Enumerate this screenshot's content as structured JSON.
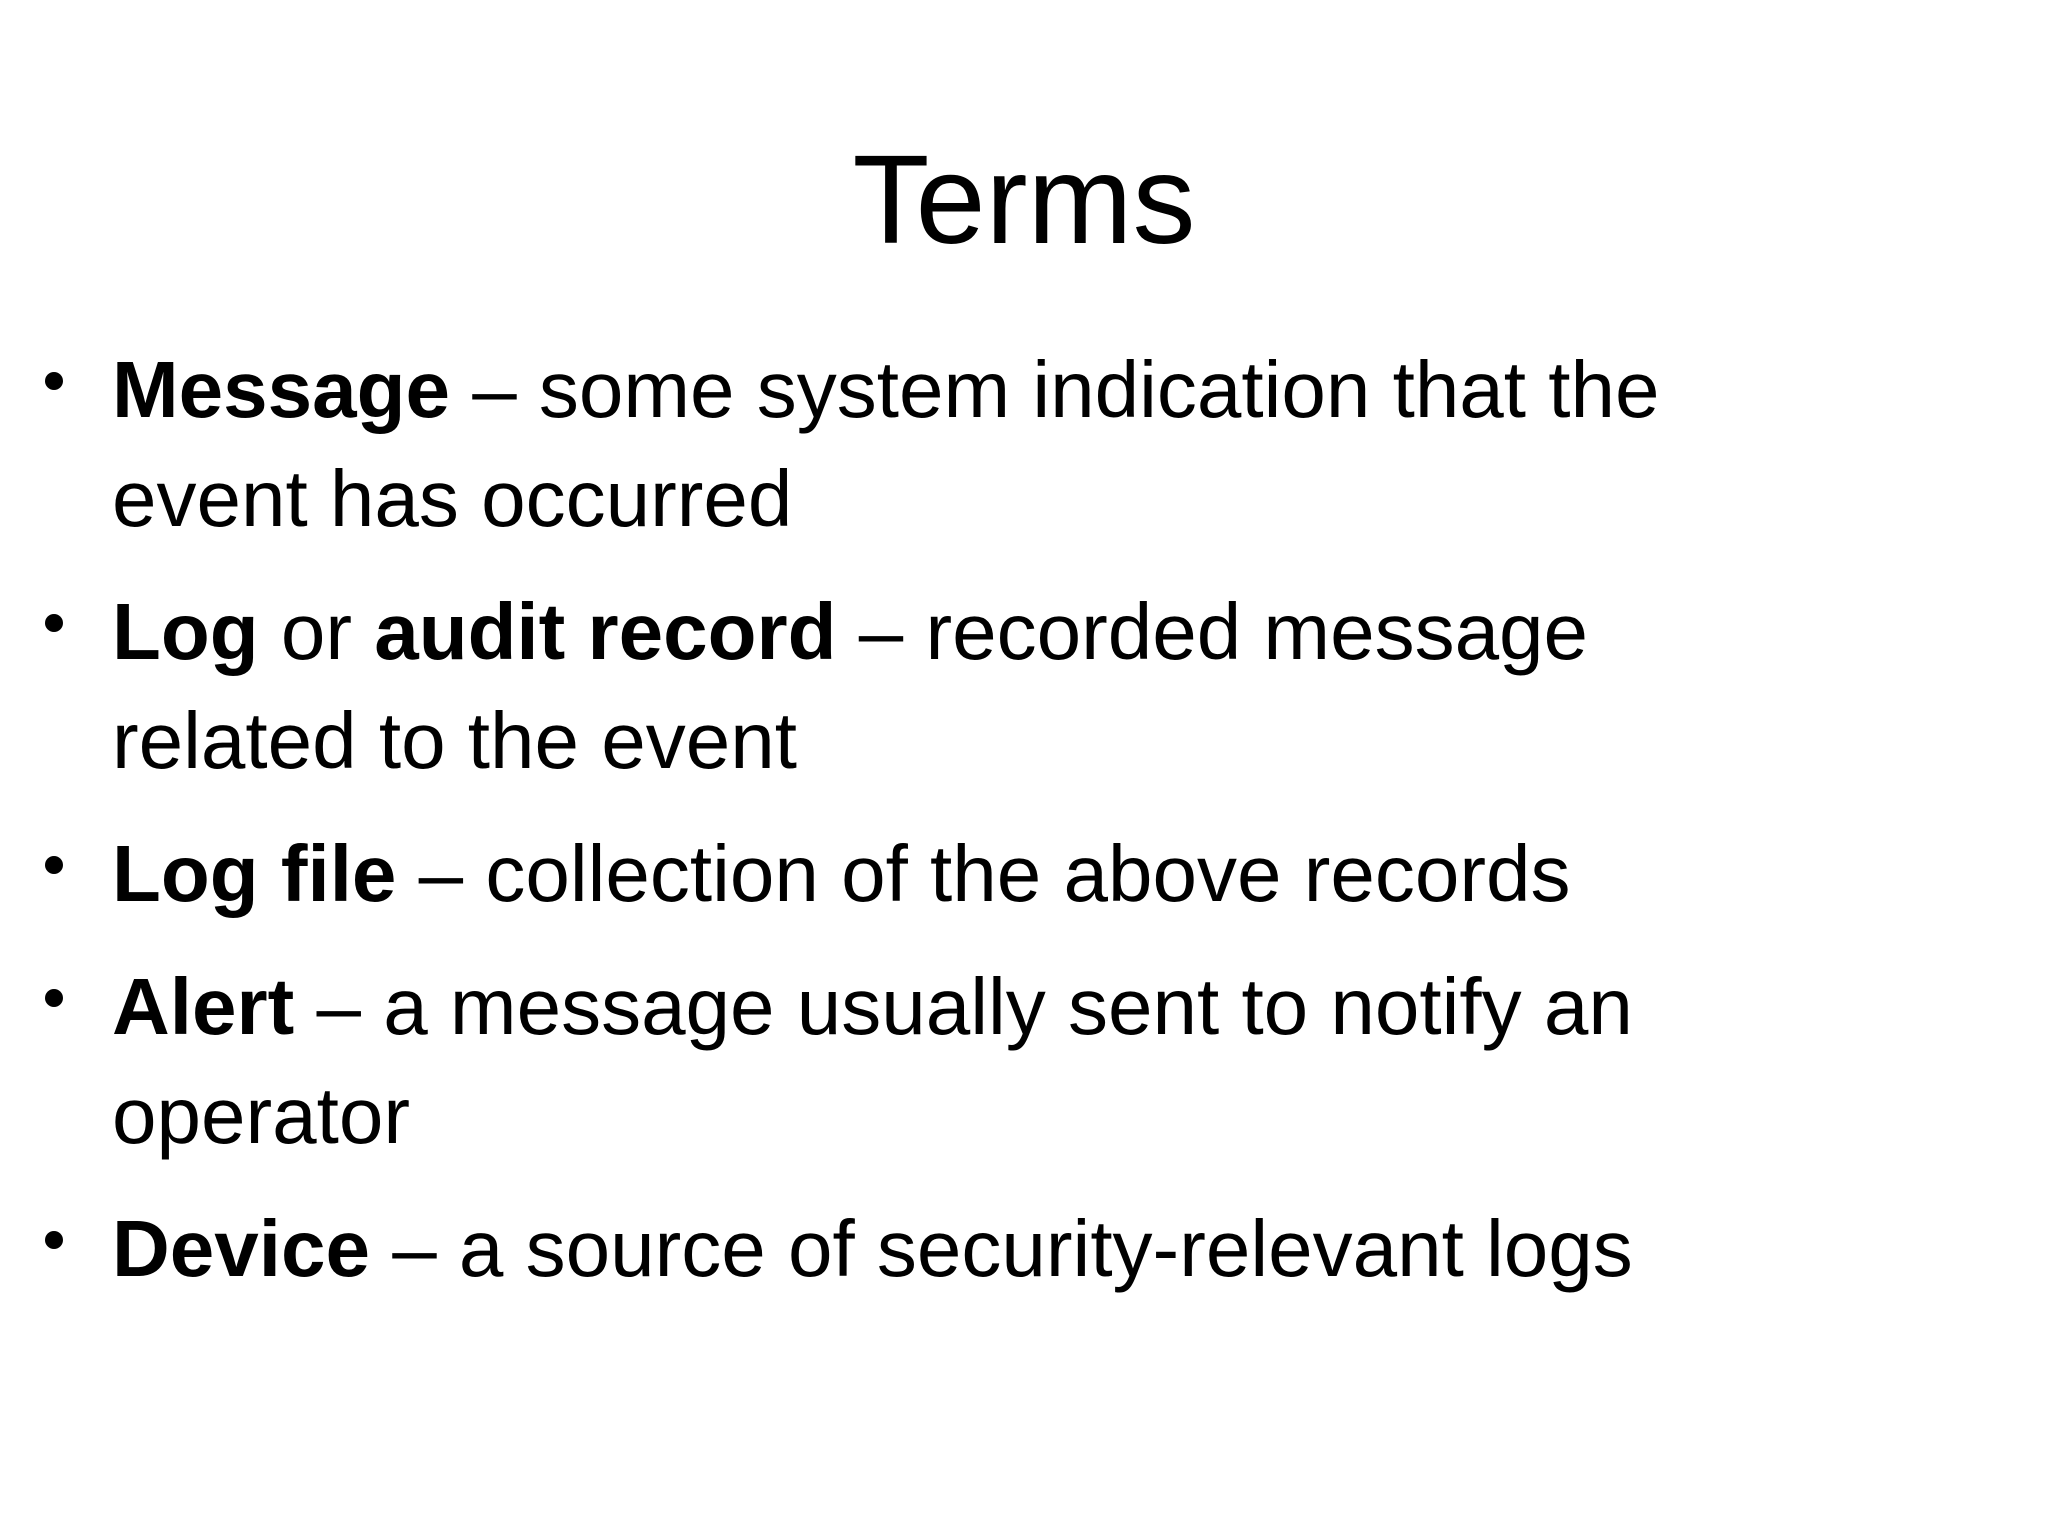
{
  "slide": {
    "background": "#ffffff",
    "text_color": "#000000",
    "title": "Terms",
    "bullets": [
      {
        "lines": [
          [
            {
              "t": "Message",
              "b": true
            },
            {
              "t": " – some system indication that the",
              "b": false
            }
          ],
          [
            {
              "t": "event has occurred",
              "b": false
            }
          ]
        ]
      },
      {
        "lines": [
          [
            {
              "t": "Log",
              "b": true
            },
            {
              "t": " or ",
              "b": false
            },
            {
              "t": "audit record",
              "b": true
            },
            {
              "t": " – recorded message",
              "b": false
            }
          ],
          [
            {
              "t": "related to the event",
              "b": false
            }
          ]
        ]
      },
      {
        "lines": [
          [
            {
              "t": "Log file",
              "b": true
            },
            {
              "t": " – collection of the above records",
              "b": false
            }
          ]
        ]
      },
      {
        "lines": [
          [
            {
              "t": "Alert",
              "b": true
            },
            {
              "t": " – a message usually sent to notify an",
              "b": false
            }
          ],
          [
            {
              "t": "operator",
              "b": false
            }
          ]
        ]
      },
      {
        "lines": [
          [
            {
              "t": "Device",
              "b": true
            },
            {
              "t": " – a source of security-relevant logs",
              "b": false
            }
          ]
        ]
      }
    ]
  }
}
